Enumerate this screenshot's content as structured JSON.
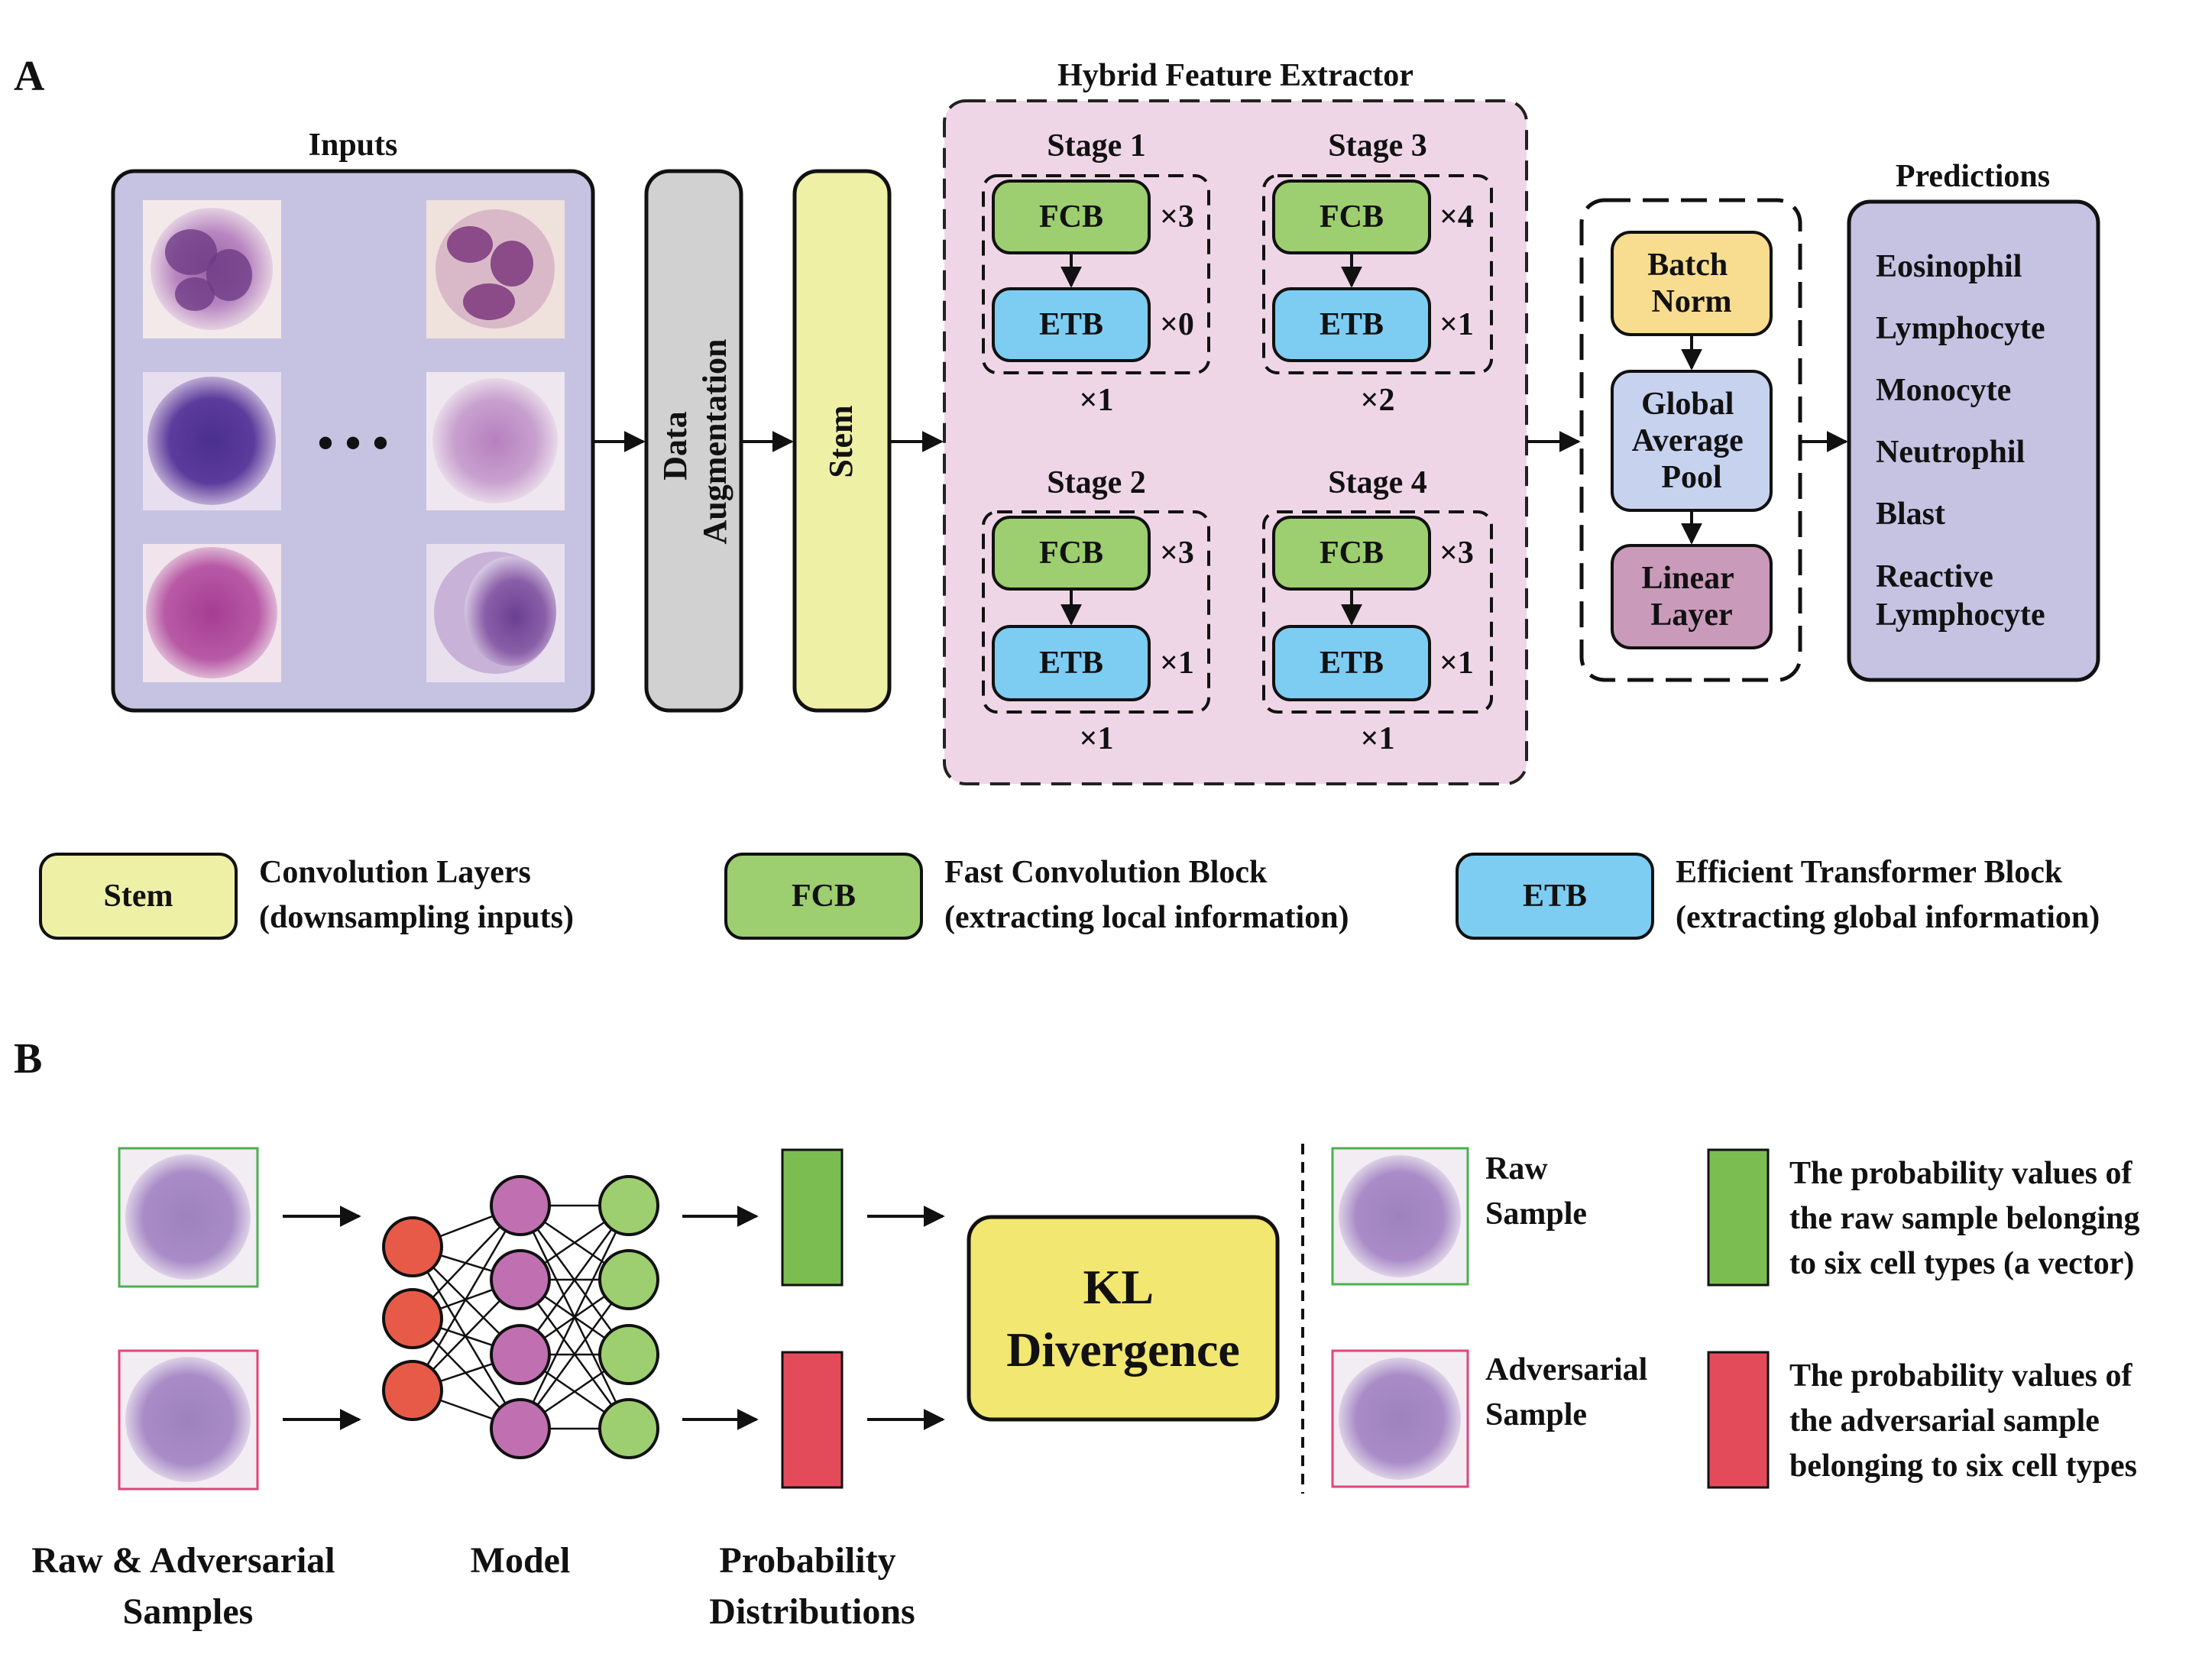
{
  "panel_a": {
    "label": "A",
    "inputs_title": "Inputs",
    "ellipsis": "• • •",
    "data_aug_line1": "Data",
    "data_aug_line2": "Augmentation",
    "stem_label": "Stem",
    "hfe_title": "Hybrid Feature Extractor",
    "stages": [
      {
        "title": "Stage 1",
        "fcb": "FCB",
        "fcb_mult": "×3",
        "etb": "ETB",
        "etb_mult": "×0",
        "repeat": "×1"
      },
      {
        "title": "Stage 3",
        "fcb": "FCB",
        "fcb_mult": "×4",
        "etb": "ETB",
        "etb_mult": "×1",
        "repeat": "×2"
      },
      {
        "title": "Stage 2",
        "fcb": "FCB",
        "fcb_mult": "×3",
        "etb": "ETB",
        "etb_mult": "×1",
        "repeat": "×1"
      },
      {
        "title": "Stage 4",
        "fcb": "FCB",
        "fcb_mult": "×3",
        "etb": "ETB",
        "etb_mult": "×1",
        "repeat": "×1"
      }
    ],
    "head": {
      "batch_norm": [
        "Batch",
        "Norm"
      ],
      "gap": [
        "Global",
        "Average",
        "Pool"
      ],
      "linear": [
        "Linear",
        "Layer"
      ]
    },
    "predictions_title": "Predictions",
    "predictions": [
      "Eosinophil",
      "Lymphocyte",
      "Monocyte",
      "Neutrophil",
      "Blast"
    ],
    "prediction_last": [
      "Reactive",
      "Lymphocyte"
    ]
  },
  "legend": [
    {
      "box": "Stem",
      "line1": "Convolution Layers",
      "line2": "(downsampling inputs)"
    },
    {
      "box": "FCB",
      "line1": "Fast Convolution Block",
      "line2": "(extracting local information)"
    },
    {
      "box": "ETB",
      "line1": "Efficient Transformer Block",
      "line2": "(extracting global information)"
    }
  ],
  "panel_b": {
    "label": "B",
    "samples_caption": [
      "Raw & Adversarial",
      "Samples"
    ],
    "model_caption": "Model",
    "prob_caption": [
      "Probability",
      "Distributions"
    ],
    "kl": [
      "KL",
      "Divergence"
    ],
    "raw_label": [
      "Raw",
      "Sample"
    ],
    "adv_label": [
      "Adversarial",
      "Sample"
    ],
    "raw_desc": [
      "The probability values of",
      "the raw sample belonging",
      "to six cell types (a vector)"
    ],
    "adv_desc": [
      "The probability values of",
      "the adversarial sample",
      "belonging to six cell types"
    ]
  },
  "colors": {
    "inputs_bg": "#c6c2e2",
    "data_aug": "#d1d1d1",
    "stem": "#eef0a6",
    "hfe_bg": "#efd6e6",
    "fcb": "#9dce6f",
    "etb": "#7dcdf3",
    "batch_norm": "#f8dc8f",
    "gap": "#c7d2ef",
    "linear": "#c99ab9",
    "predictions_bg": "#c6c2e2",
    "kl": "#f2e770",
    "raw_bar": "#7cbd52",
    "adv_bar": "#e34b5b",
    "nn_in": "#e85a48",
    "nn_hidden": "#c070b1",
    "nn_out": "#9dce6f"
  }
}
